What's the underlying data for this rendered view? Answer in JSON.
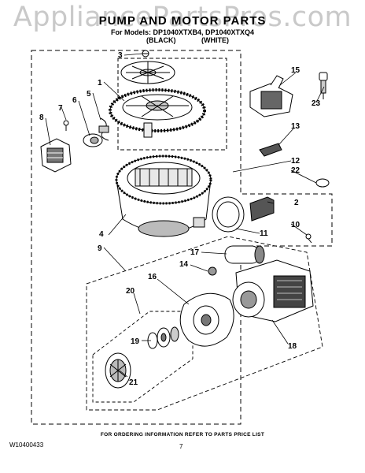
{
  "header": {
    "watermark": "AppliancePartsPros.com",
    "title": "PUMP AND MOTOR PARTS",
    "models_line": "For Models: DP1040XTXB4, DP1040XTXQ4",
    "color_black": "(BLACK)",
    "color_white": "(WHITE)"
  },
  "callouts": [
    "1",
    "2",
    "3",
    "4",
    "5",
    "6",
    "7",
    "8",
    "9",
    "10",
    "11",
    "12",
    "13",
    "14",
    "15",
    "16",
    "17",
    "18",
    "19",
    "20",
    "21",
    "22",
    "23"
  ],
  "footer": {
    "ordering_note": "FOR ORDERING INFORMATION REFER TO PARTS PRICE LIST",
    "part_number": "W10400433",
    "page_number": "7"
  }
}
